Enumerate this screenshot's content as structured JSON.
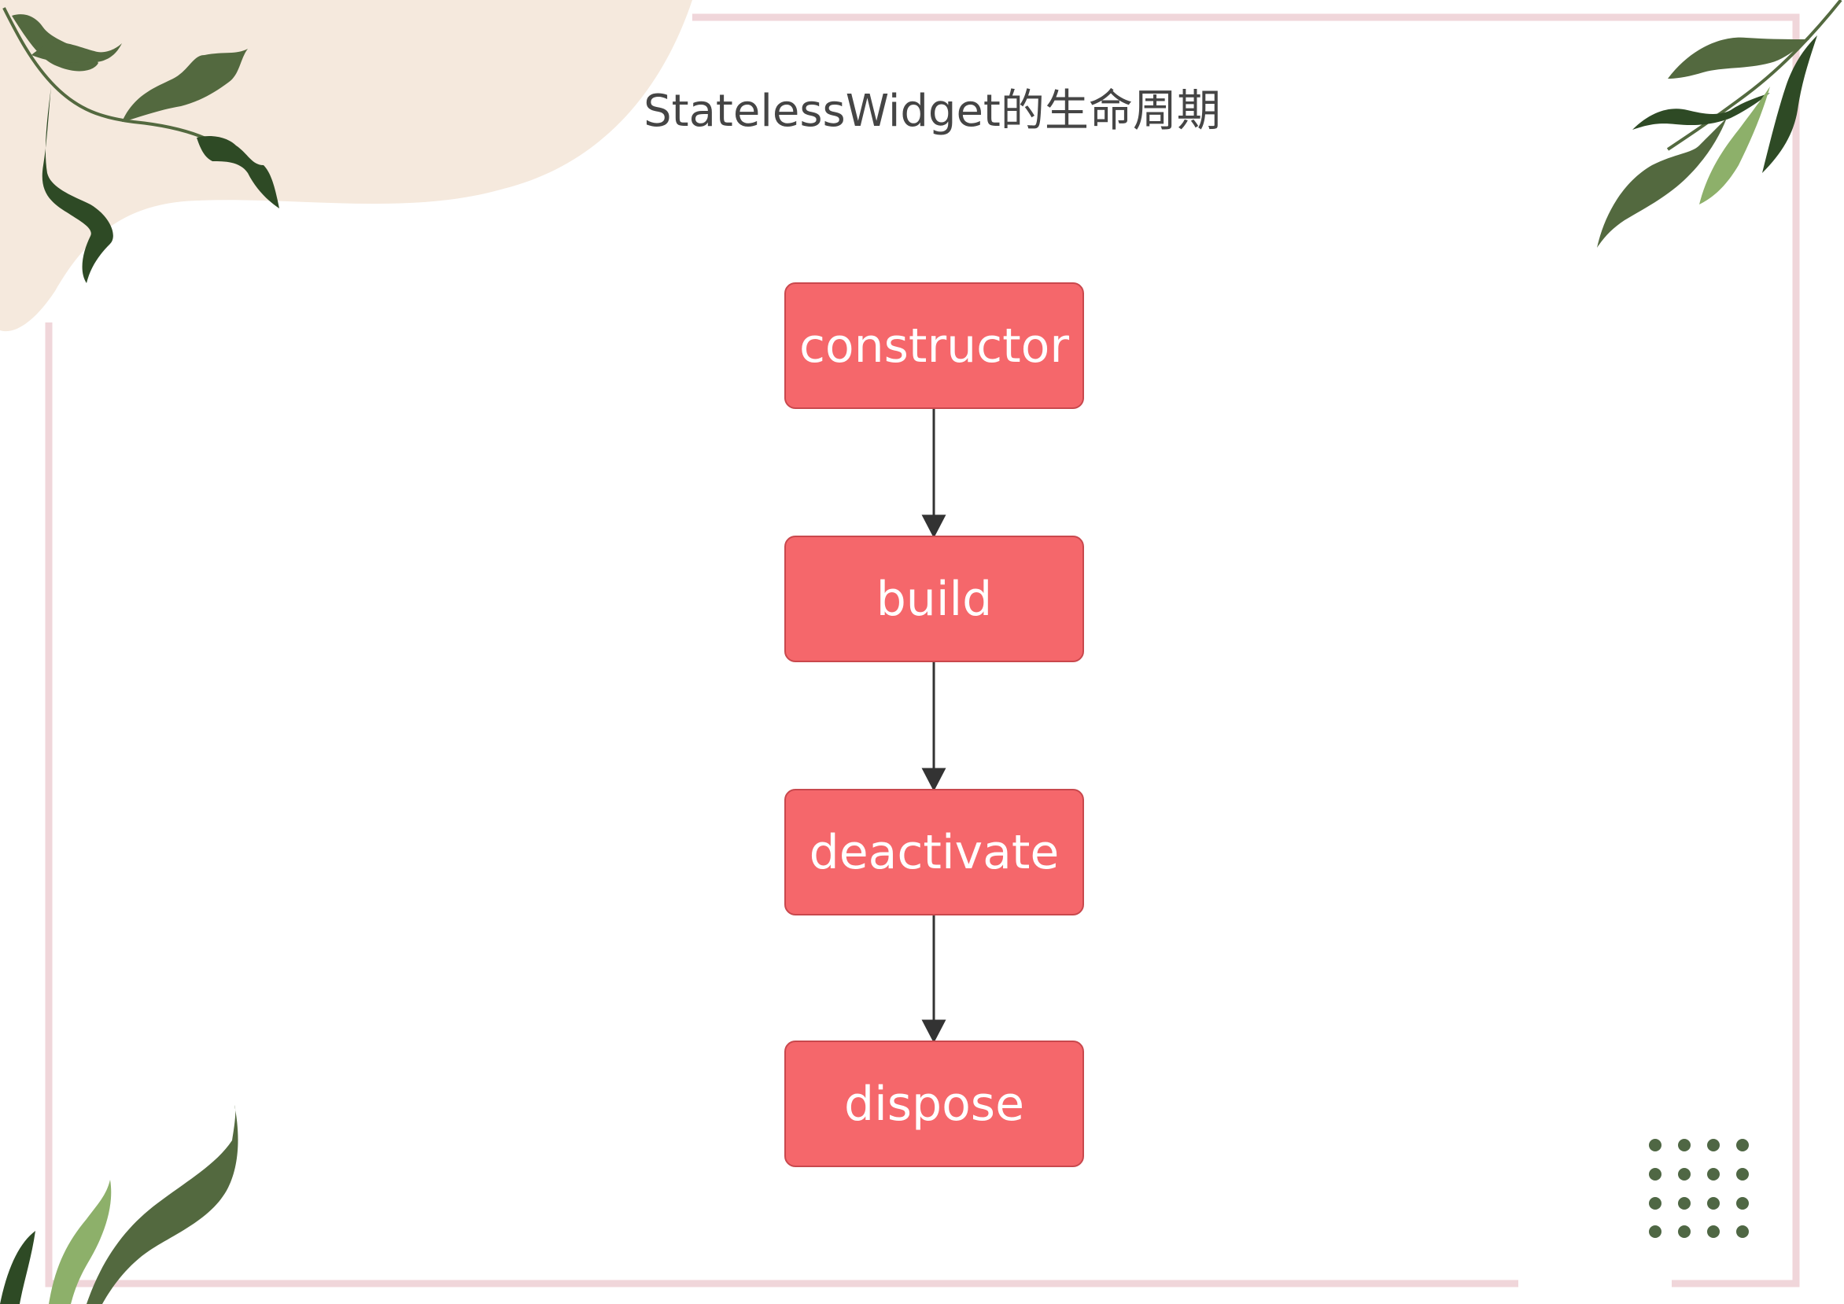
{
  "diagram": {
    "title": "StatelessWidget的生命周期",
    "nodes": [
      {
        "label": "constructor"
      },
      {
        "label": "build"
      },
      {
        "label": "deactivate"
      },
      {
        "label": "dispose"
      }
    ],
    "edges": [
      {
        "from": "constructor",
        "to": "build"
      },
      {
        "from": "build",
        "to": "deactivate"
      },
      {
        "from": "deactivate",
        "to": "dispose"
      }
    ]
  },
  "colors": {
    "node_fill": "#f5676b",
    "node_border": "#c9484d",
    "frame": "#f0d6da",
    "corner_blob": "#f5e9dd",
    "leaf_dark": "#2e4a25",
    "leaf_mid": "#53693f",
    "leaf_light": "#8db06a",
    "dots": "#4f6744"
  },
  "icons": [
    "leaf-decoration",
    "dot-grid-decoration"
  ]
}
